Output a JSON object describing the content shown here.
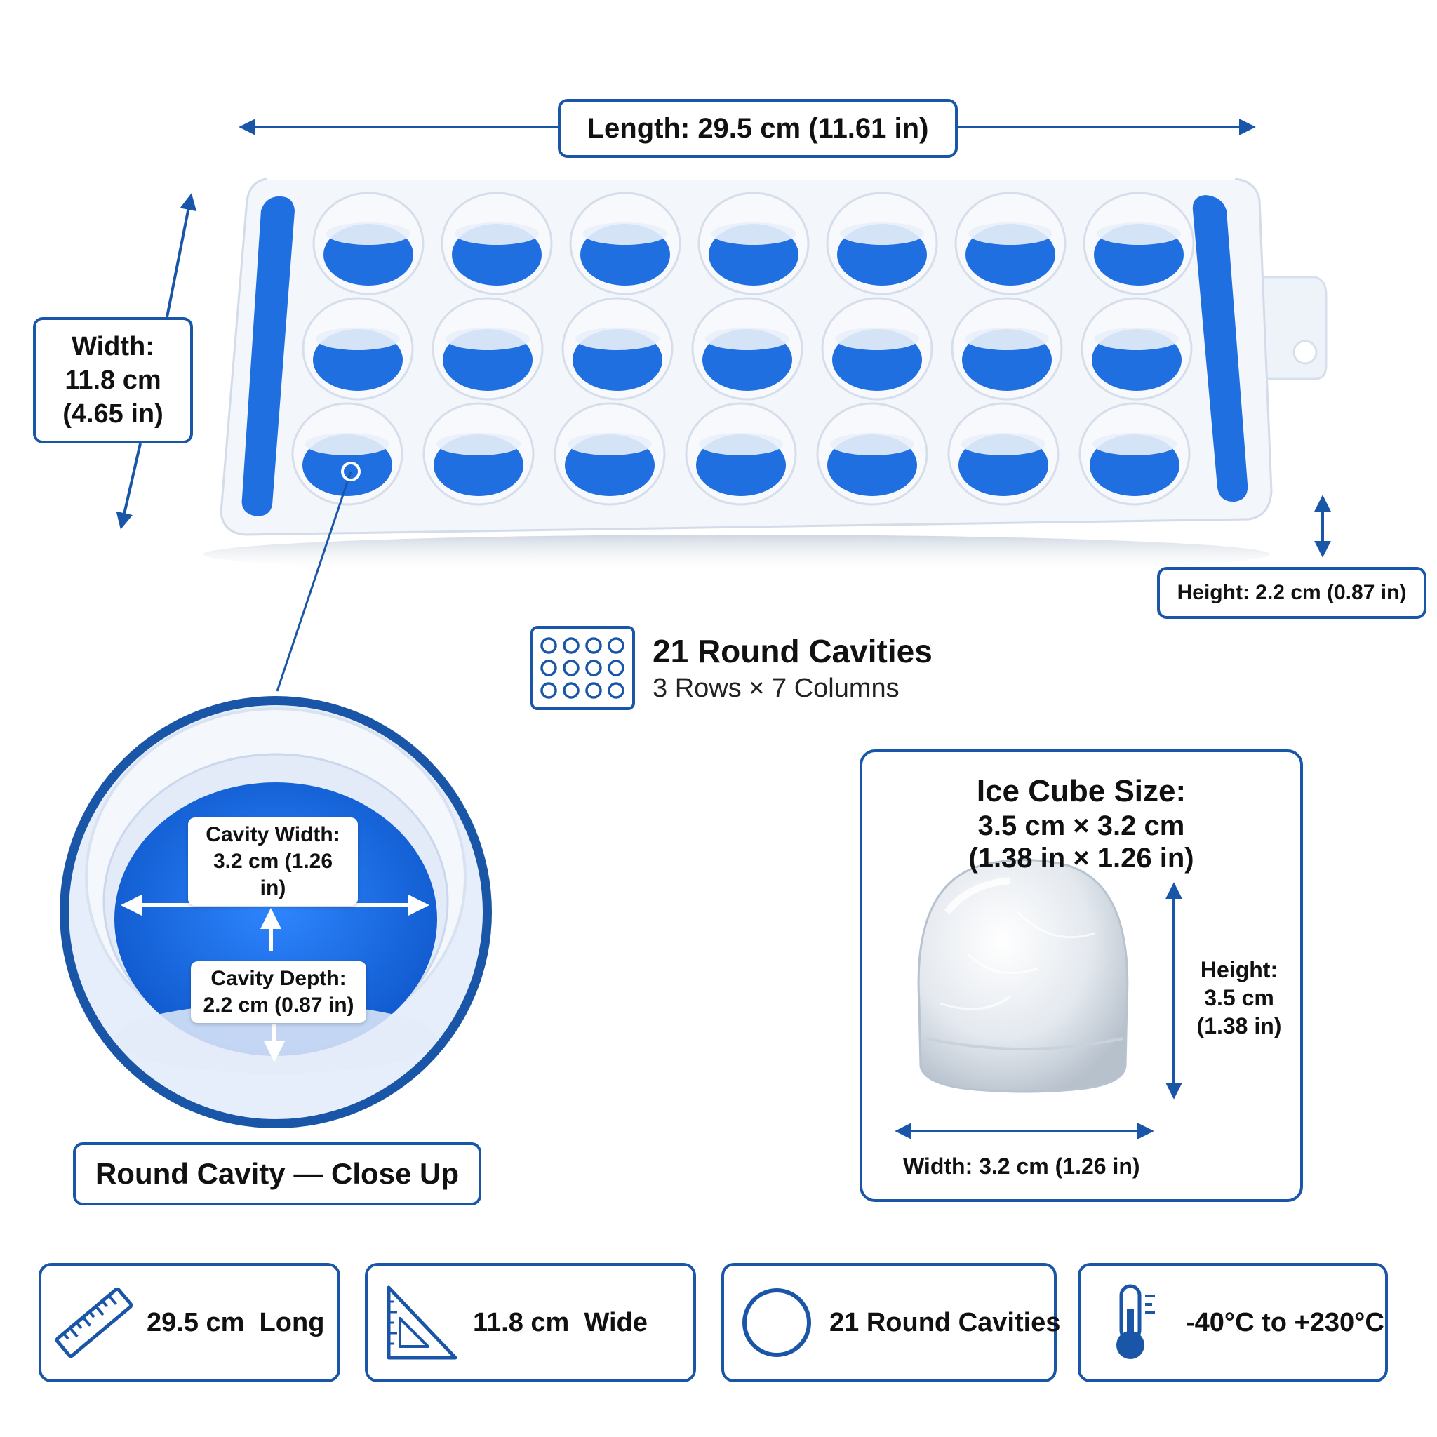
{
  "dimensions": {
    "length": "Length: 29.5 cm (11.61 in)",
    "width_title": "Width:",
    "width_value": "11.8 cm",
    "width_imperial": "(4.65 in)",
    "height": "Height: 2.2 cm (0.87 in)"
  },
  "cavities": {
    "title": "21 Round Cavities",
    "subtitle": "3 Rows × 7 Columns",
    "rows": 3,
    "columns": 7
  },
  "closeup": {
    "cavity_width_title": "Cavity Width:",
    "cavity_width_value": "3.2 cm (1.26 in)",
    "cavity_depth_title": "Cavity Depth:",
    "cavity_depth_value": "2.2 cm (0.87 in)",
    "caption": "Round Cavity — Close Up"
  },
  "ice_cube": {
    "title": "Ice Cube Size:",
    "size_metric": "3.5 cm × 3.2 cm",
    "size_imperial": "(1.38 in × 1.26 in)",
    "height_title": "Height:",
    "height_value": "3.5 cm",
    "height_imperial": "(1.38 in)",
    "width": "Width: 3.2 cm (1.26 in)"
  },
  "features": [
    {
      "icon": "ruler-icon",
      "label": "29.5 cm  Long"
    },
    {
      "icon": "set-square-icon",
      "label": "11.8 cm  Wide"
    },
    {
      "icon": "circle-icon",
      "label": "21 Round Cavities"
    },
    {
      "icon": "thermometer-icon",
      "label": "-40°C to +230°C"
    }
  ],
  "colors": {
    "accent_blue": "#1a56a8",
    "silicone_blue": "#1f6fe0",
    "tray_white": "#f3f6fb"
  }
}
